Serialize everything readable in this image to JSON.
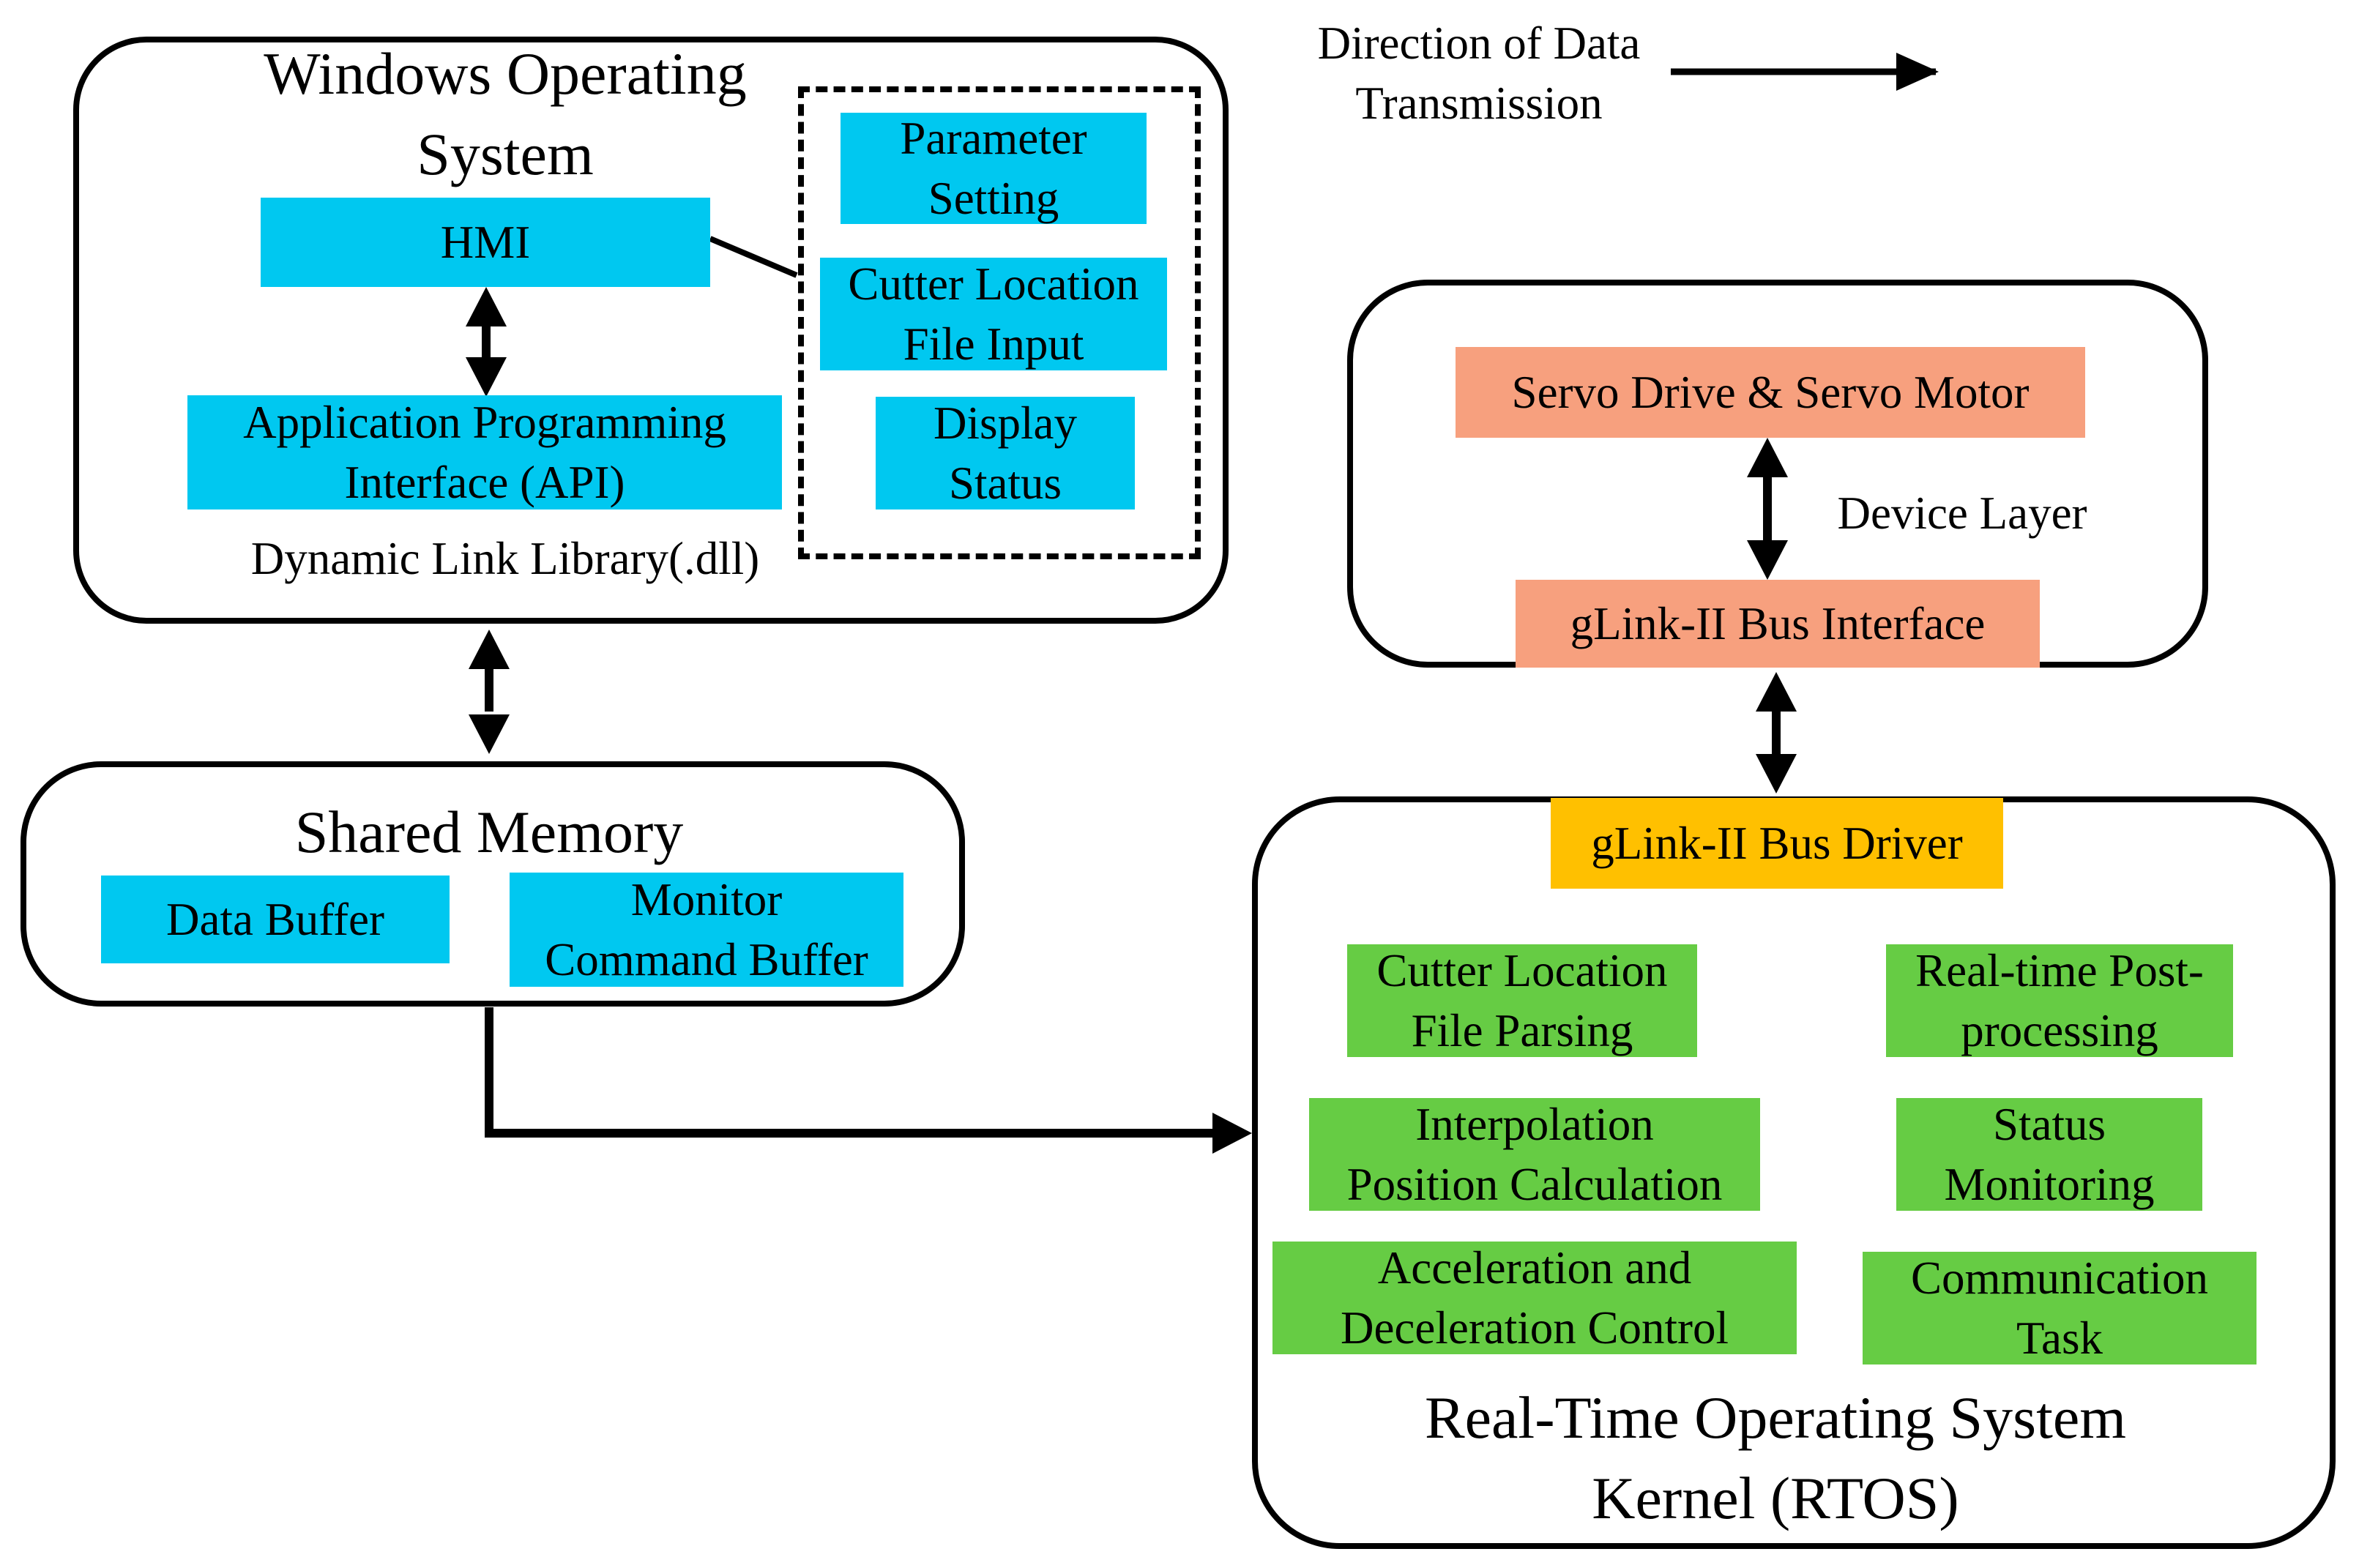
{
  "legend": {
    "label": "Direction of Data\nTransmission"
  },
  "windows": {
    "title": "Windows Operating\nSystem",
    "hmi": "HMI",
    "api": "Application Programming\nInterface (API)",
    "dll": "Dynamic Link Library(.dll)",
    "parameter": "Parameter\nSetting",
    "cutter_input": "Cutter Location\nFile Input",
    "display": "Display\nStatus"
  },
  "shared": {
    "title": "Shared Memory",
    "data_buffer": "Data Buffer",
    "monitor": "Monitor\nCommand Buffer"
  },
  "device": {
    "servo": "Servo Drive & Servo Motor",
    "layer_label": "Device Layer",
    "interface": "gLink-II Bus Interface"
  },
  "rtos": {
    "driver": "gLink-II Bus Driver",
    "parsing": "Cutter Location\nFile Parsing",
    "postproc": "Real-time Post-\nprocessing",
    "interpolation": "Interpolation\nPosition Calculation",
    "status": "Status\nMonitoring",
    "accel": "Acceleration and\nDeceleration Control",
    "comm": "Communication\nTask",
    "title": "Real-Time Operating System\nKernel (RTOS)"
  }
}
